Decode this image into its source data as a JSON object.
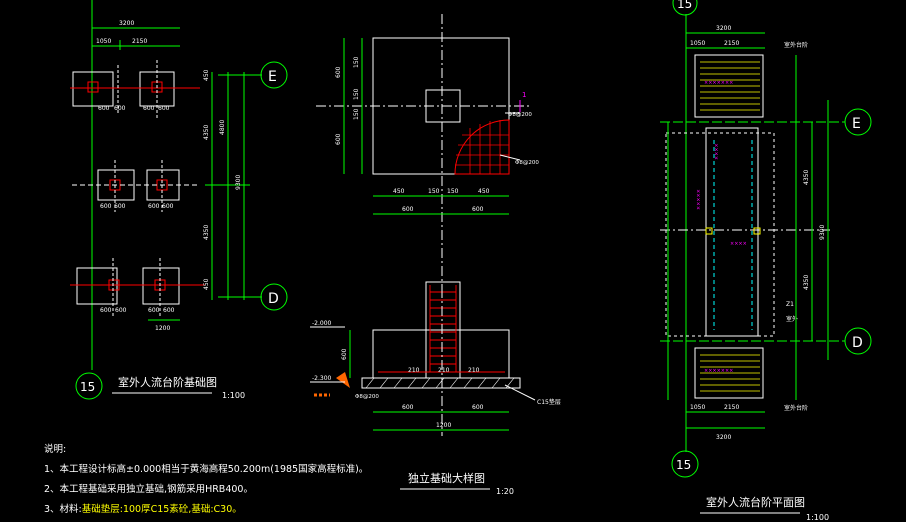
{
  "left_plan": {
    "dims_top": [
      "3200",
      "1050",
      "2150"
    ],
    "dims_right": [
      "450",
      "4350",
      "9300",
      "4800",
      "4350",
      "450"
    ],
    "dim_block": [
      "600",
      "600"
    ],
    "dim_bottom": "1200",
    "axis_e": "E",
    "axis_d": "D",
    "axis_15": "15",
    "title": "室外人流台阶基础图",
    "scale": "1:100"
  },
  "detail": {
    "dims_left_top": [
      "600",
      "150",
      "150",
      "150",
      "600"
    ],
    "dims_bottom_small": [
      "450",
      "150",
      "150",
      "450"
    ],
    "dims_bottom_big": [
      "600",
      "600"
    ],
    "section_mark": "1",
    "rebar_1": "Φ8@200",
    "rebar_2": "Φ8@200",
    "elev_1": "-2.000",
    "elev_2": "-2.300",
    "dim_600": "600",
    "dims_mid": [
      "210",
      "210",
      "210"
    ],
    "dims_lower": [
      "600",
      "600"
    ],
    "dim_total": "1200",
    "c15": "C15垫层",
    "rebar_3": "Φ8@200",
    "title": "独立基础大样图",
    "scale": "1:20"
  },
  "right_plan": {
    "axis_15_top": "15",
    "axis_15_bottom": "15",
    "axis_e": "E",
    "axis_d": "D",
    "dims_top": [
      "3200",
      "1050",
      "2150"
    ],
    "dims_bottom": [
      "1050",
      "2150",
      "3200"
    ],
    "dims_right": [
      "4350",
      "9300",
      "4350"
    ],
    "label_stairs_top": "室外台阶",
    "label_stairs_bottom": "室外台阶",
    "label_z1": "Z1",
    "label_room": "室外",
    "title": "室外人流台阶平面图",
    "scale": "1:100"
  },
  "notes": {
    "heading": "说明:",
    "line1": "1、本工程设计标高±0.000相当于黄海高程50.200m(1985国家高程标准)。",
    "line2": "2、本工程基础采用独立基础,钢筋采用HRB400。",
    "line3_prefix": "3、材料:",
    "line3_highlight": "基础垫层:100厚C15素砼,基础:C30。"
  },
  "colors": {
    "background": "#000000",
    "line_white": "#ffffff",
    "axis_green": "#00ff00",
    "rebar_red": "#ff0000",
    "stair_yellow": "#ffff00",
    "annotation_magenta": "#ff00ff",
    "hidden_cyan": "#00ffff"
  }
}
